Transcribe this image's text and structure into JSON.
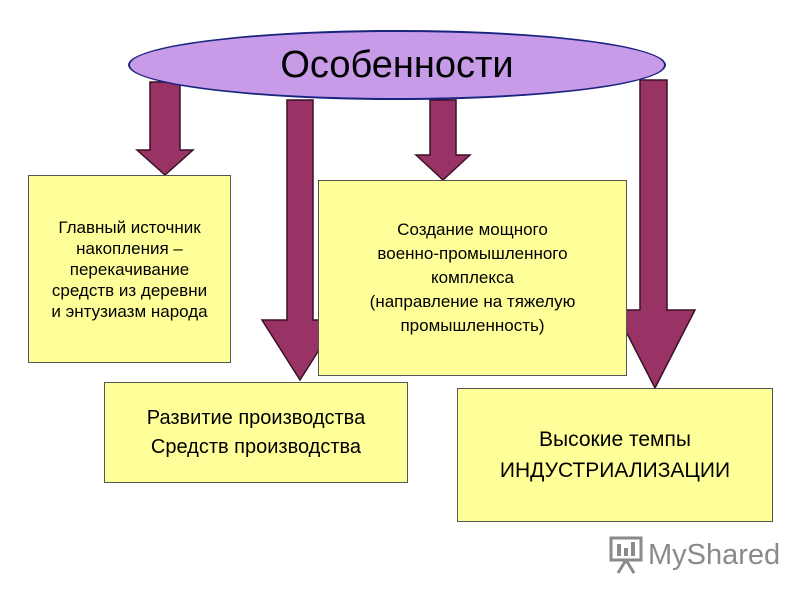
{
  "header": {
    "title": "Особенности"
  },
  "boxes": {
    "source": "Главный источник\nнакопления –\nперекачивание\nсредств из деревни\nи энтузиазм народа",
    "military": "Создание мощного\nвоенно-промышленного\nкомплекса\n(направление на тяжелую\nпромышленность)",
    "means": "Развитие производства\n Средств производства",
    "pace": "Высокие темпы\nИНДУСТРИАЛИЗАЦИИ"
  },
  "watermark": {
    "text": "MyShared"
  },
  "colors": {
    "arrow": "#993366",
    "box": "#ffff99",
    "oval": "#c79be8"
  }
}
